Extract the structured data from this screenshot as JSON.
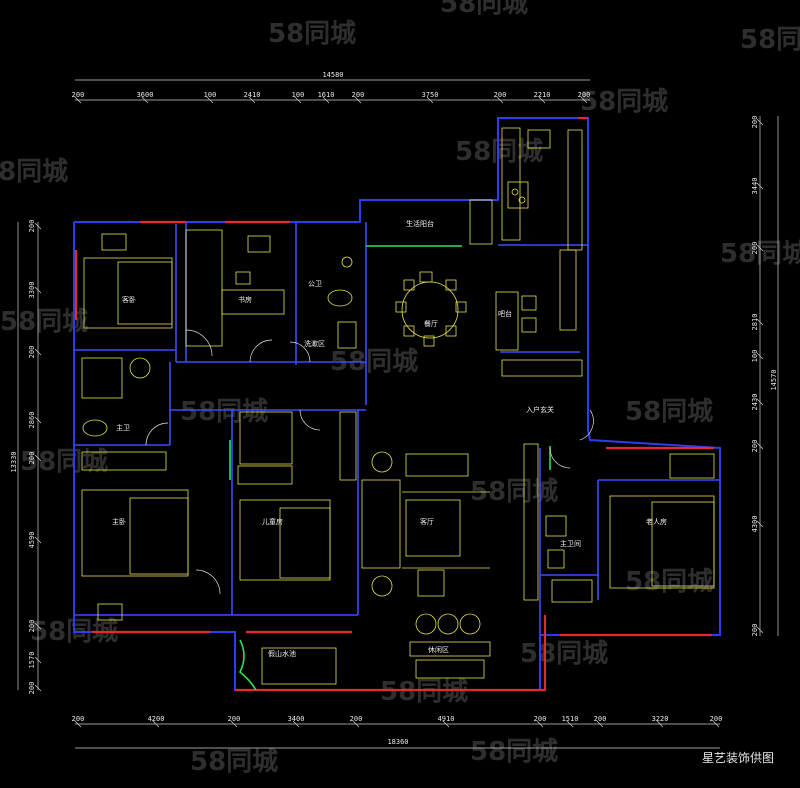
{
  "dims_top_total": "14580",
  "dims_top": [
    "200",
    "3600",
    "100",
    "2410",
    "100",
    "1610",
    "200",
    "3750",
    "200",
    "2210",
    "200"
  ],
  "dims_bottom_total": "18360",
  "dims_bottom": [
    "200",
    "4200",
    "200",
    "3400",
    "200",
    "4910",
    "200",
    "1510",
    "200",
    "3220",
    "200"
  ],
  "dims_left_total": "13330",
  "dims_left": [
    "200",
    "3300",
    "200",
    "2860",
    "200",
    "4590",
    "200",
    "1570",
    "200"
  ],
  "dims_right_total": "14570",
  "dims_right": [
    "200",
    "3440",
    "200",
    "2810",
    "100",
    "2430",
    "200",
    "4300",
    "200"
  ],
  "rooms": {
    "kitchen_balcony": "生活阳台",
    "guest_bed": "客卧",
    "study": "书房",
    "public_bath": "公卫",
    "wash_area": "洗漱区",
    "dining": "餐厅",
    "bar": "吧台",
    "master_bath": "主卫",
    "entry": "入户玄关",
    "master_bed": "主卧",
    "children_bed": "儿童房",
    "living": "客厅",
    "elder_bath": "主卫间",
    "elder_bed": "老人房",
    "leisure": "休闲区",
    "garden": "假山水池"
  },
  "watermark": "58同城",
  "credit": "星艺装饰供图"
}
